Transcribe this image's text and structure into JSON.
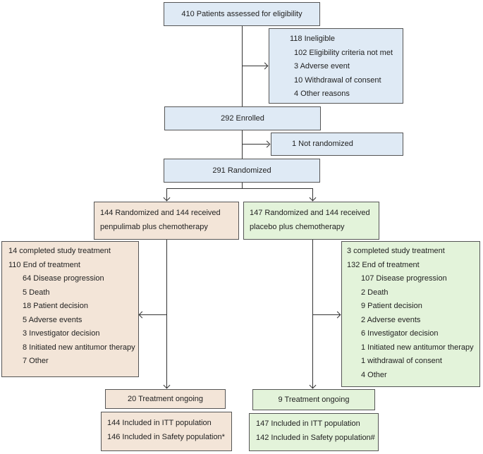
{
  "flowchart": {
    "assessed": "410 Patients assessed for eligibility",
    "ineligible": {
      "title": "118 Ineligible",
      "reasons": [
        "102 Eligibility criteria not met",
        "3 Adverse event",
        "10 Withdrawal of consent",
        "4 Other reasons"
      ]
    },
    "enrolled": "292 Enrolled",
    "not_randomized": "1 Not randomized",
    "randomized": "291 Randomized",
    "arms": {
      "penpulimab": {
        "allocation": [
          "144 Randomized and 144 received",
          "penpulimab plus chemotherapy"
        ],
        "completed": "14 completed study treatment",
        "end_of_treatment": "110 End of treatment",
        "end_reasons": [
          "64 Disease progression",
          "5 Death",
          "18 Patient decision",
          "5 Adverse events",
          "3 Investigator decision",
          "8 Initiated new antitumor therapy",
          "7 Other"
        ],
        "ongoing": "20 Treatment ongoing",
        "populations": [
          "144 Included in ITT population",
          "146 Included in Safety population*"
        ]
      },
      "placebo": {
        "allocation": [
          "147 Randomized and 144 received",
          "placebo plus chemotherapy"
        ],
        "completed": "3 completed study treatment",
        "end_of_treatment": "132 End of treatment",
        "end_reasons": [
          "107 Disease progression",
          "2 Death",
          "9 Patient decision",
          "2 Adverse events",
          "6 Investigator decision",
          "1 Initiated new antitumor therapy",
          "1 withdrawal of consent",
          "4 Other"
        ],
        "ongoing": "9 Treatment ongoing",
        "populations": [
          "147 Included in ITT population",
          "142 Included in Safety population#"
        ]
      }
    },
    "colors": {
      "screening": "#dfeaf5",
      "penpulimab_arm": "#f3e5d8",
      "placebo_arm": "#e3f3da",
      "border": "#555555"
    }
  }
}
